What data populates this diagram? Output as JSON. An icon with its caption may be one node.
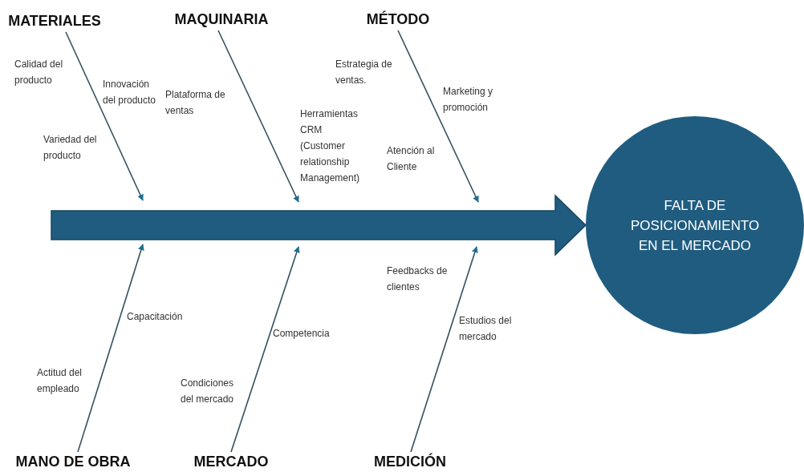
{
  "diagram": {
    "nodes": [
      {
        "text": [
          "MATERIALES"
        ]
      },
      {
        "text": [
          "MAQUINARIA"
        ]
      },
      {
        "text": [
          "MÉTODO"
        ]
      },
      {
        "text": [
          "FALTA DE POSICIONAMIENTO EN EL MERCADO"
        ]
      },
      {
        "text": [
          "MANO DE OBRA"
        ]
      },
      {
        "text": [
          "MERCADO"
        ]
      },
      {
        "text": [
          "MEDICIÓN"
        ]
      }
    ],
    "edges": [
      {
        "from": 0,
        "to": null,
        "arrow": "to"
      },
      {
        "from": 1,
        "to": null,
        "arrow": "to"
      },
      {
        "from": 2,
        "to": null,
        "arrow": "to"
      },
      {
        "from": 4,
        "to": null,
        "arrow": "to"
      },
      {
        "from": 5,
        "to": null,
        "arrow": "to"
      },
      {
        "from": 6,
        "to": null,
        "arrow": "to"
      },
      {
        "from": null,
        "to": 3,
        "arrow": "to",
        "style": "thick"
      }
    ],
    "labels": [
      "Calidad del producto",
      "Innovación del producto",
      "Variedad del producto",
      "Plataforma de ventas",
      "Herramientas CRM (Customer relationship Management)",
      "Estrategia de ventas.",
      "Marketing y promoción",
      "Atención al Cliente",
      "Feedbacks de clientes",
      "Capacitación",
      "Estudios del mercado",
      "Competencia",
      "Actitud del empleado",
      "Condiciones del mercado"
    ]
  }
}
